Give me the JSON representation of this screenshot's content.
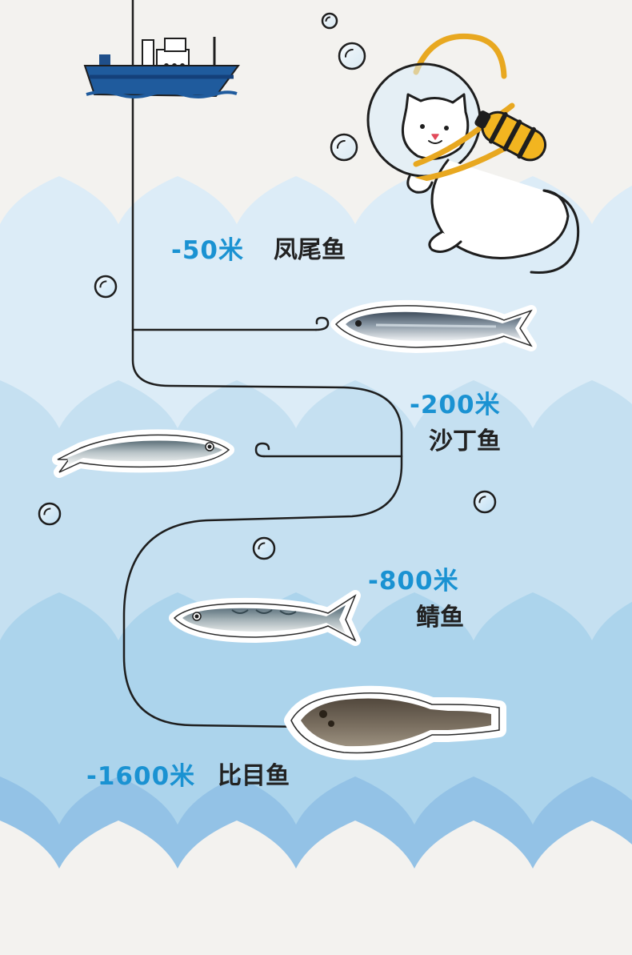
{
  "colors": {
    "paper": "#f3f2ef",
    "water_1": "#dcecf7",
    "water_2": "#c5e0f1",
    "water_3": "#acd4ec",
    "water_4": "#93c2e6",
    "depth_text": "#1a92d2",
    "name_text": "#222222",
    "line": "#1e1e1e"
  },
  "zones": [
    {
      "depth": "-50米",
      "fish": "凤尾鱼"
    },
    {
      "depth": "-200米",
      "fish": "沙丁鱼"
    },
    {
      "depth": "-800米",
      "fish": "鲭鱼"
    },
    {
      "depth": "-1600米",
      "fish": "比目鱼"
    }
  ],
  "icons": [
    "fishing-boat-icon",
    "diving-cat-icon",
    "bubble-icon",
    "fish-hook-icon",
    "anchovy-fish-icon",
    "sardine-fish-icon",
    "mackerel-fish-icon",
    "flounder-fish-icon"
  ]
}
